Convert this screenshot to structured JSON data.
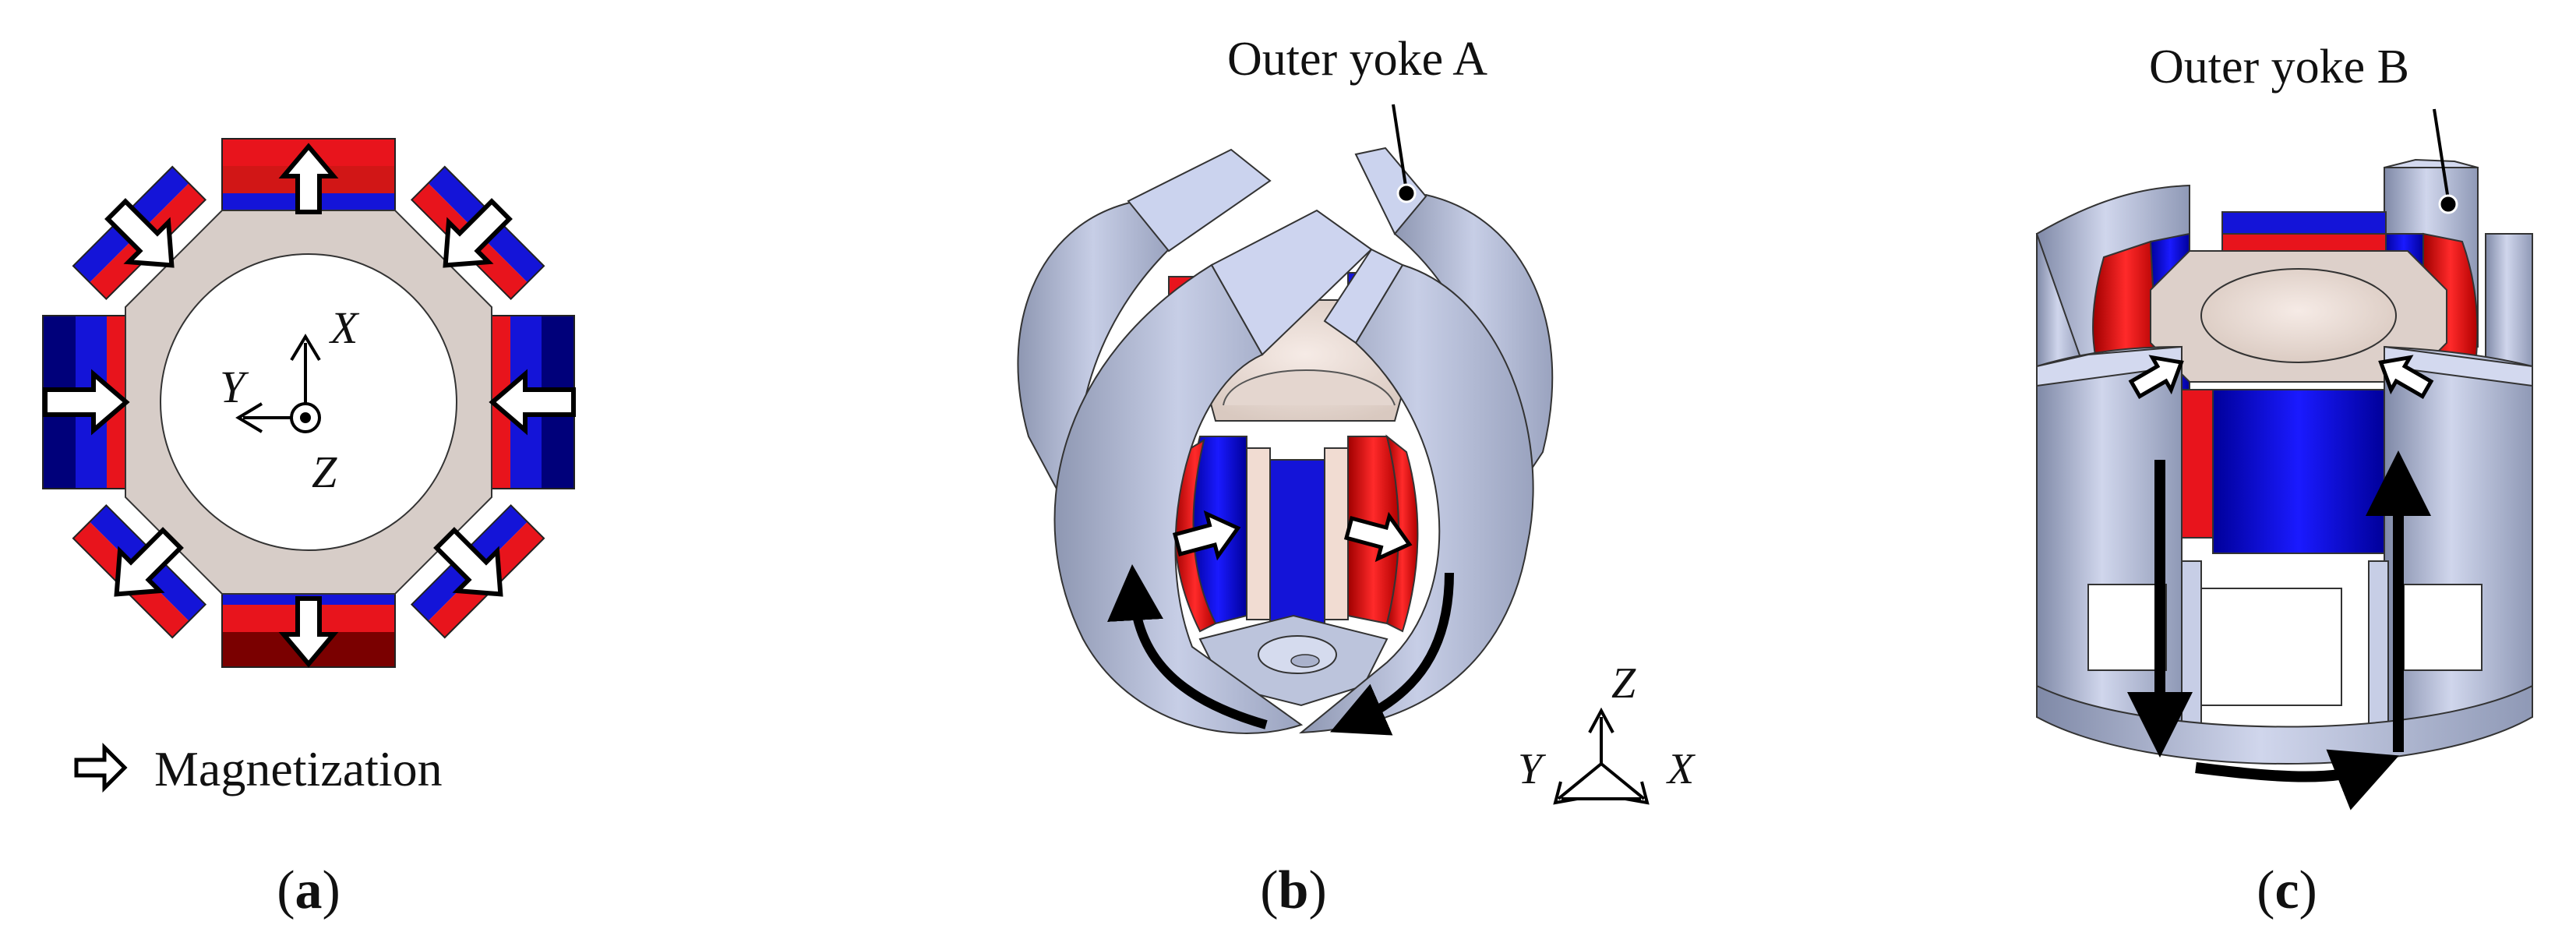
{
  "panels": {
    "a": {
      "caption_open": "(",
      "caption_letter": "a",
      "caption_close": ")"
    },
    "b": {
      "caption_open": "(",
      "caption_letter": "b",
      "caption_close": ")"
    },
    "c": {
      "caption_open": "(",
      "caption_letter": "c",
      "caption_close": ")"
    }
  },
  "labels": {
    "outer_yoke_a": "Outer yoke A",
    "outer_yoke_b": "Outer yoke B",
    "magnetization": "Magnetization"
  },
  "axes_a": {
    "x": "X",
    "y": "Y",
    "z": "Z"
  },
  "axes_b": {
    "x": "X",
    "y": "Y",
    "z": "Z"
  },
  "colors": {
    "magnet_red": "#e8141c",
    "magnet_blue": "#1414d8",
    "yoke": "#b9c2dc",
    "core": "#d7cdc8",
    "dark_red": "#7a0000",
    "dark_blue": "#00007a"
  }
}
